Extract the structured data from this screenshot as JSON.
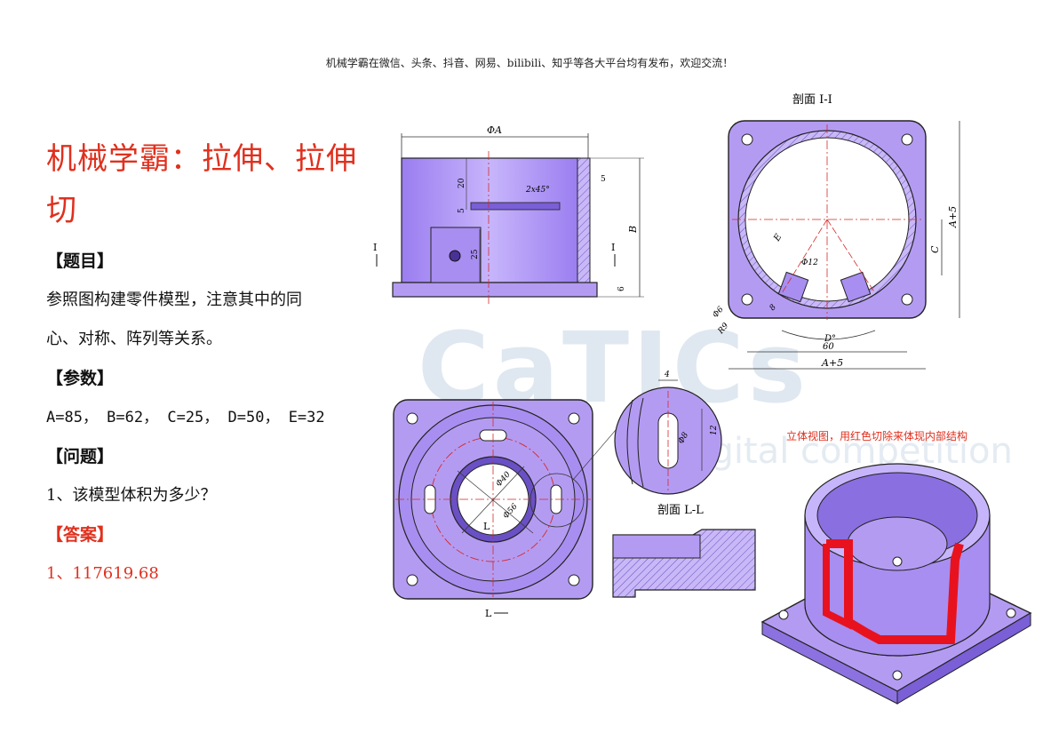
{
  "header_note": "机械学霸在微信、头条、抖音、网易、bilibili、知乎等各大平台均有发布，欢迎交流！",
  "title": "机械学霸：拉伸、拉伸切",
  "sections": {
    "problem_label": "【题目】",
    "problem_lines": [
      "参照图构建零件模型，注意其中的同",
      "心、对称、阵列等关系。"
    ],
    "params_label": "【参数】",
    "params_line": "A=85， B=62， C=25， D=50， E=32",
    "question_label": "【问题】",
    "question_line": "1、该模型体积为多少？",
    "answer_label": "【答案】",
    "answer_line": "1、117619.68"
  },
  "watermark": {
    "main": "CaTICs",
    "sub": "CC Digital competition"
  },
  "drawing_labels": {
    "section_ii": "剖面 I-I",
    "section_ll": "剖面 L-L",
    "iso_caption": "立体视图，用红色切除来体现内部结构",
    "phi_a": "ΦA",
    "dim_20": "20",
    "dim_5": "5",
    "dim_5b": "5",
    "dim_25": "25",
    "dim_6": "6",
    "dim_b": "B",
    "chamfer": "2x45°",
    "cut_i": "I",
    "dim_c": "C",
    "dim_a5_v": "A+5",
    "dim_a5_h": "A+5",
    "dim_60": "60",
    "dim_d": "D°",
    "dim_e": "E",
    "dim_phi12": "Φ12",
    "dim_phi6": "Φ6",
    "dim_8": "8",
    "dim_r9": "R9",
    "dim_phi40": "Φ40",
    "dim_phi56": "Φ56",
    "cut_l": "L",
    "detail_4": "4",
    "detail_12": "12",
    "detail_phi8": "Φ8"
  },
  "colors": {
    "part_fill": "#b49bf2",
    "part_dark": "#7a5fd6",
    "accent_red": "#e0301e",
    "centerline": "#d42a2a",
    "cut_red": "#e8121e"
  }
}
